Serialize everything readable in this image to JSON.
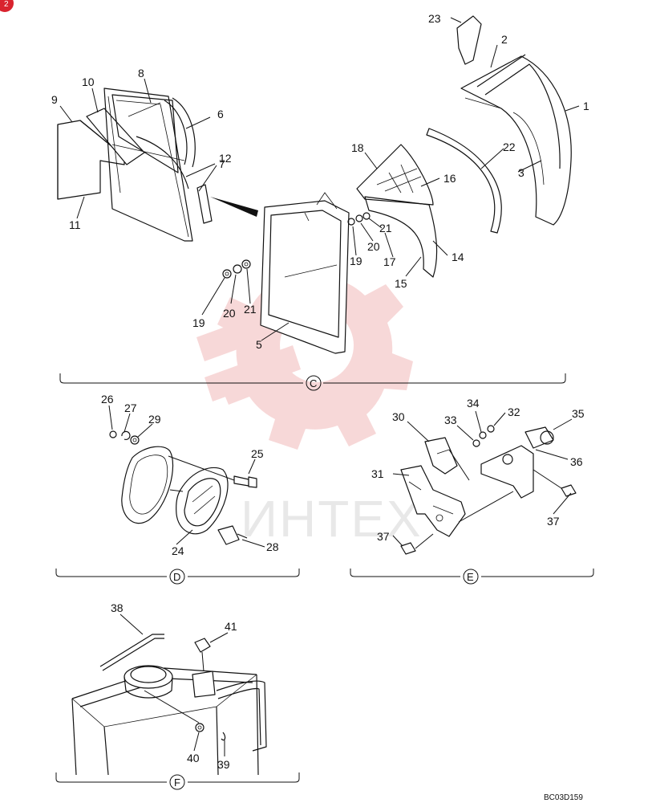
{
  "diagram": {
    "page_corner_badge": "2",
    "drawing_code": "BC03D159",
    "watermark_text": "ИНТЕХ",
    "sections": [
      {
        "id": "C",
        "label": "C"
      },
      {
        "id": "D",
        "label": "D"
      },
      {
        "id": "E",
        "label": "E"
      },
      {
        "id": "F",
        "label": "F"
      }
    ],
    "callouts": {
      "c1": "1",
      "c2": "2",
      "c3": "3",
      "c5": "5",
      "c6": "6",
      "c7": "7",
      "c8": "8",
      "c9": "9",
      "c10": "10",
      "c11": "11",
      "c12": "12",
      "c14": "14",
      "c15": "15",
      "c16": "16",
      "c17": "17",
      "c18": "18",
      "c19a": "19",
      "c19b": "19",
      "c20a": "20",
      "c20b": "20",
      "c21a": "21",
      "c21b": "21",
      "c22": "22",
      "c23": "23",
      "c24": "24",
      "c25": "25",
      "c26": "26",
      "c27": "27",
      "c28": "28",
      "c29": "29",
      "c30": "30",
      "c31": "31",
      "c32": "32",
      "c33": "33",
      "c34": "34",
      "c35": "35",
      "c36": "36",
      "c37a": "37",
      "c37b": "37",
      "c38": "38",
      "c39": "39",
      "c40": "40",
      "c41": "41"
    },
    "colors": {
      "badge": "#d9232e",
      "watermark": "#f2b9b9",
      "ink": "#111111"
    }
  }
}
